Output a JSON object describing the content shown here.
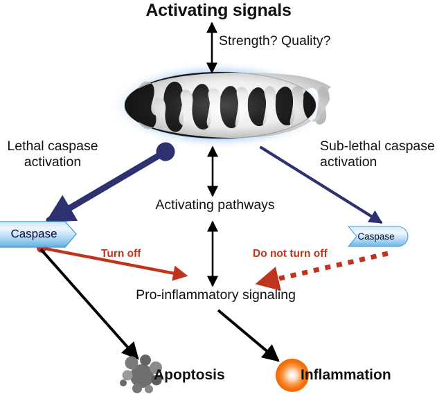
{
  "figure": {
    "type": "biological-pathway-diagram",
    "title": "Activating signals",
    "background": "#ffffff"
  },
  "colors": {
    "text": "#111111",
    "navy_arrow": "#2e3170",
    "red_arrow": "#c0341d",
    "black_arrow": "#000000",
    "caspase_fill_light": "#eaf4fc",
    "caspase_fill_mid": "#8fc6ec",
    "caspase_stroke": "#3f97d3",
    "mito_outer": "#1b1b1b",
    "mito_inner": "#f2f2f2",
    "mito_glow": "#6aa9f0",
    "inflammation": "#f47114",
    "apoptosis_gray": "#6e6e6e"
  },
  "nodes": {
    "activating_signals": "Activating signals",
    "strength_quality": "Strength? Quality?",
    "mitochondrion": "mitochondrion",
    "lethal_label": "Lethal caspase\nactivation",
    "sublethal_label": "Sub-lethal caspase\nactivation",
    "activating_pathways": "Activating pathways",
    "caspase_left": "Caspase",
    "caspase_right": "Caspase",
    "pro_inflammatory": "Pro-inflammatory signaling",
    "apoptosis": "Apoptosis",
    "inflammation": "Inflammation"
  },
  "edges": {
    "turn_off": "Turn off",
    "do_not_turn_off": "Do not turn off"
  },
  "edge_list": [
    {
      "from": "activating_signals",
      "to": "mitochondrion",
      "label": "Strength? Quality?",
      "style": "solid-black-double"
    },
    {
      "from": "mitochondrion",
      "to": "caspase_left",
      "label": "Lethal caspase activation",
      "style": "thick-navy"
    },
    {
      "from": "mitochondrion",
      "to": "caspase_right",
      "label": "Sub-lethal caspase activation",
      "style": "thin-navy"
    },
    {
      "from": "mitochondrion",
      "to": "activating_pathways",
      "label": "",
      "style": "solid-black-double"
    },
    {
      "from": "activating_pathways",
      "to": "pro_inflammatory",
      "label": "",
      "style": "solid-black-double"
    },
    {
      "from": "caspase_left",
      "to": "pro_inflammatory",
      "label": "Turn off",
      "style": "solid-red"
    },
    {
      "from": "caspase_right",
      "to": "pro_inflammatory",
      "label": "Do not turn off",
      "style": "dashed-red"
    },
    {
      "from": "caspase_left",
      "to": "apoptosis",
      "label": "",
      "style": "solid-black"
    },
    {
      "from": "pro_inflammatory",
      "to": "inflammation",
      "label": "",
      "style": "solid-black"
    }
  ]
}
